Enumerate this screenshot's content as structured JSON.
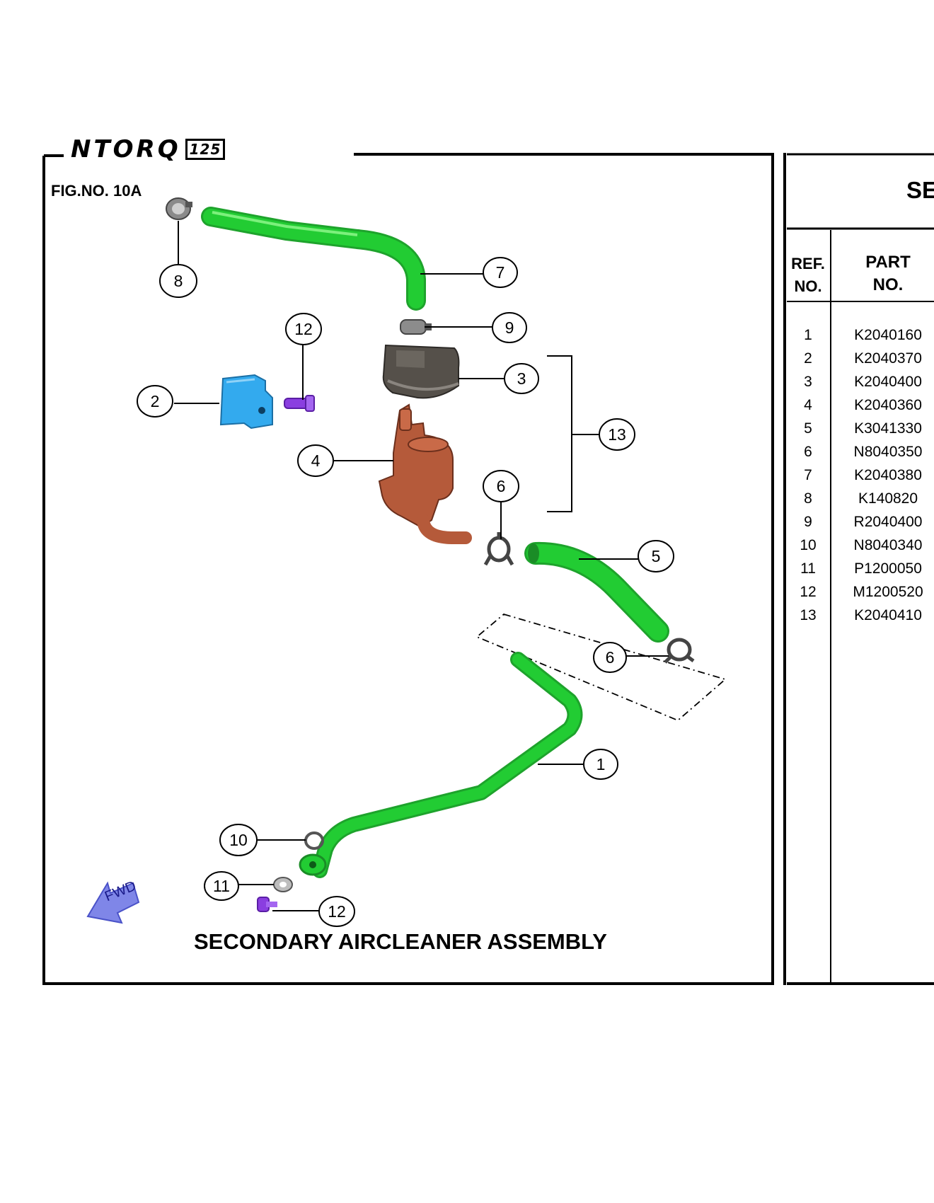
{
  "header": {
    "logo_text": "NTORQ",
    "logo_badge": "125",
    "fig_no": "FIG.NO. 10A",
    "panel_title": "SE"
  },
  "diagram": {
    "title": "SECONDARY AIRCLEANER ASSEMBLY",
    "direction_label": "FWD",
    "callouts": [
      "1",
      "2",
      "3",
      "4",
      "5",
      "6",
      "6",
      "7",
      "8",
      "9",
      "10",
      "11",
      "12",
      "12",
      "13"
    ]
  },
  "parts_table": {
    "col_ref_header": [
      "REF.",
      "NO."
    ],
    "col_part_header": [
      "PART",
      "NO."
    ],
    "rows": [
      {
        "ref": "1",
        "part": "K2040160"
      },
      {
        "ref": "2",
        "part": "K2040370"
      },
      {
        "ref": "3",
        "part": "K2040400"
      },
      {
        "ref": "4",
        "part": "K2040360"
      },
      {
        "ref": "5",
        "part": "K3041330"
      },
      {
        "ref": "6",
        "part": "N8040350"
      },
      {
        "ref": "7",
        "part": "K2040380"
      },
      {
        "ref": "8",
        "part": "K140820"
      },
      {
        "ref": "9",
        "part": "R2040400"
      },
      {
        "ref": "10",
        "part": "N8040340"
      },
      {
        "ref": "11",
        "part": "P1200050"
      },
      {
        "ref": "12",
        "part": "M1200520"
      },
      {
        "ref": "13",
        "part": "K2040410"
      }
    ]
  },
  "colors": {
    "hose_green": "#22cc33",
    "bracket_blue": "#33aaee",
    "valve_brown": "#b55a3a",
    "cover_dark": "#55504a",
    "bolt_purple": "#8a3ee0",
    "clamp_gray": "#888888",
    "fwd_arrow": "#7f86e8"
  }
}
